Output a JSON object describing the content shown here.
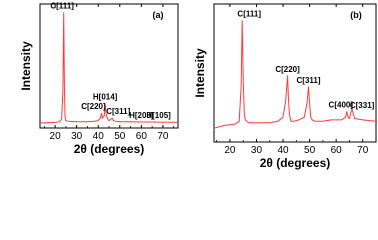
{
  "chart_data": [
    {
      "type": "line",
      "panel_label": "(a)",
      "xlabel": "2θ (degrees)",
      "ylabel": "Intensity",
      "xlim": [
        13,
        77
      ],
      "ylim": [
        0,
        100
      ],
      "xticks": [
        20,
        30,
        40,
        50,
        60,
        70
      ],
      "grid": false,
      "series": [
        {
          "color": "#ff3b3b",
          "x": [
            13,
            20,
            22,
            23,
            23.6,
            24,
            24.3,
            24.6,
            25,
            26,
            30,
            35,
            38,
            40,
            41,
            41.5,
            42,
            42.8,
            43.2,
            43.8,
            44.5,
            45,
            46.5,
            47,
            48,
            50,
            55,
            60,
            65,
            70,
            75,
            77
          ],
          "y": [
            4,
            4.5,
            5,
            7,
            30,
            93,
            35,
            9,
            6,
            5.5,
            5,
            5,
            5.5,
            6,
            8,
            12,
            8,
            10,
            19,
            10,
            7,
            6,
            8,
            6,
            5.5,
            5,
            5,
            4.8,
            4.8,
            4.7,
            4.6,
            4.5
          ]
        }
      ],
      "annotations": [
        {
          "text": "C[111]",
          "x": 24.2,
          "y": 93
        },
        {
          "text": "H[014]",
          "x": 43.2,
          "y": 19
        },
        {
          "text": "C[220]",
          "x": 41.5,
          "y": 12
        },
        {
          "text": "C[311]",
          "x": 46.5,
          "y": 8
        },
        {
          "text": "H[203]",
          "x": 60,
          "y": 5
        },
        {
          "text": "H[105]",
          "x": 68,
          "y": 5
        }
      ]
    },
    {
      "type": "line",
      "panel_label": "(b)",
      "xlabel": "2θ (degrees)",
      "ylabel": "Intensity",
      "xlim": [
        14,
        75
      ],
      "ylim": [
        0,
        100
      ],
      "xticks": [
        20,
        30,
        40,
        50,
        60,
        70
      ],
      "grid": false,
      "series": [
        {
          "color": "#ff3b3b",
          "x": [
            14,
            18,
            22,
            23.5,
            24.2,
            24.6,
            25,
            25.4,
            25.8,
            27,
            30,
            35,
            38,
            40,
            41,
            41.7,
            42,
            42.4,
            43,
            44,
            46,
            48,
            49,
            49.6,
            50,
            50.4,
            51,
            52,
            55,
            58,
            60,
            62,
            63.5,
            64,
            64.5,
            65,
            65.5,
            66,
            66.5,
            67,
            70,
            75
          ],
          "y": [
            10,
            12,
            13,
            15,
            40,
            88,
            45,
            20,
            16,
            14,
            14,
            14,
            15,
            18,
            30,
            48,
            32,
            20,
            15,
            15,
            16,
            18,
            28,
            40,
            28,
            18,
            16,
            15,
            15,
            16,
            16,
            16,
            18,
            22,
            18,
            17,
            21,
            24,
            20,
            17,
            16,
            15
          ]
        }
      ],
      "annotations": [
        {
          "text": "C[111]",
          "x": 25,
          "y": 88
        },
        {
          "text": "C[220]",
          "x": 41.7,
          "y": 48
        },
        {
          "text": "C[311]",
          "x": 49.6,
          "y": 40
        },
        {
          "text": "C[400]",
          "x": 64,
          "y": 22
        },
        {
          "text": "C[331]",
          "x": 66,
          "y": 24
        }
      ]
    }
  ]
}
